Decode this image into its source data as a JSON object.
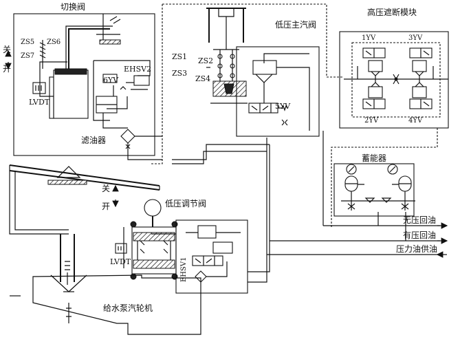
{
  "labels": {
    "switch_valve": "切换阀",
    "off_1": "关",
    "on_1": "开",
    "zs5": "ZS5",
    "zs6": "ZS6",
    "zs7": "ZS7",
    "lvdt_1": "LVDT",
    "ehsv2": "EHSV2",
    "yv6": "6YV",
    "oil_filter": "滤油器",
    "zs1": "ZS1",
    "zs2": "ZS2",
    "zs3": "ZS3",
    "zs4": "ZS4",
    "lp_main_valve": "低压主汽阀",
    "yv5": "5YV",
    "hp_trip_module": "高压遮断模块",
    "yv1": "1YV",
    "yv3": "3YV",
    "yv2": "2YV",
    "yv4": "4YV",
    "accumulator": "蓄能器",
    "off_2": "关",
    "on_2": "开",
    "lp_control_valve": "低压调节阀",
    "lvdt_2": "LVDT",
    "ehsv1": "EHSV1",
    "feed_pump_turbine": "给水泵汽轮机",
    "unpressurized_return": "无压回油",
    "pressurized_return": "有压回油",
    "pressure_supply": "压力油供油"
  }
}
